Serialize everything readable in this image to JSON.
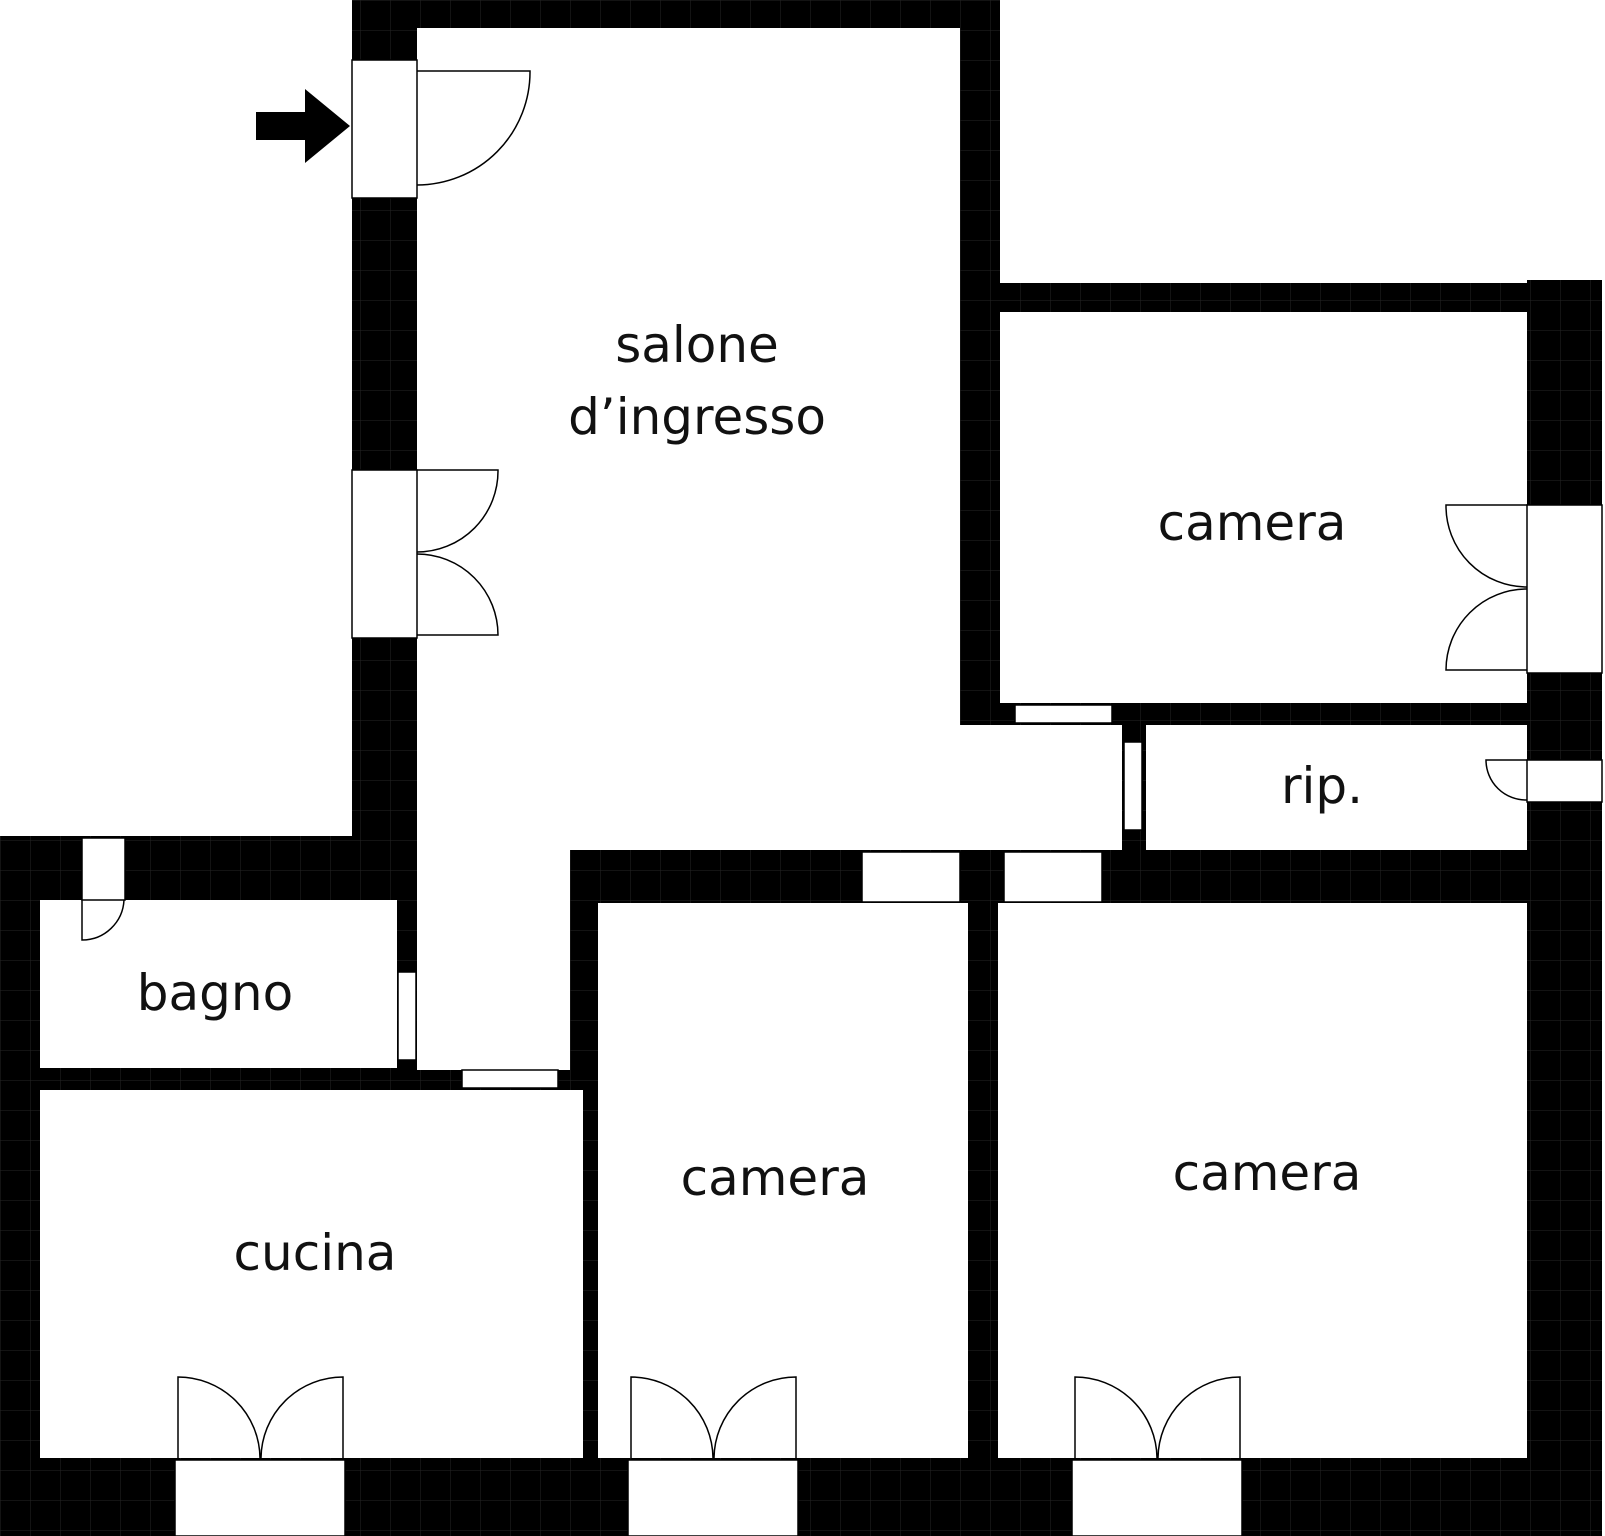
{
  "rooms": {
    "salone": {
      "line1": "salone",
      "line2": "d’ingresso"
    },
    "camera_top_right": "camera",
    "ripostiglio": "rip.",
    "bagno": "bagno",
    "cucina": "cucina",
    "camera_bottom_middle": "camera",
    "camera_bottom_right": "camera"
  },
  "colors": {
    "wall": "#000000",
    "floor": "#ffffff",
    "line": "#000000"
  },
  "icons": {
    "entrance": "arrow-right-icon",
    "door": "door-swing-icon",
    "window": "window-icon"
  }
}
